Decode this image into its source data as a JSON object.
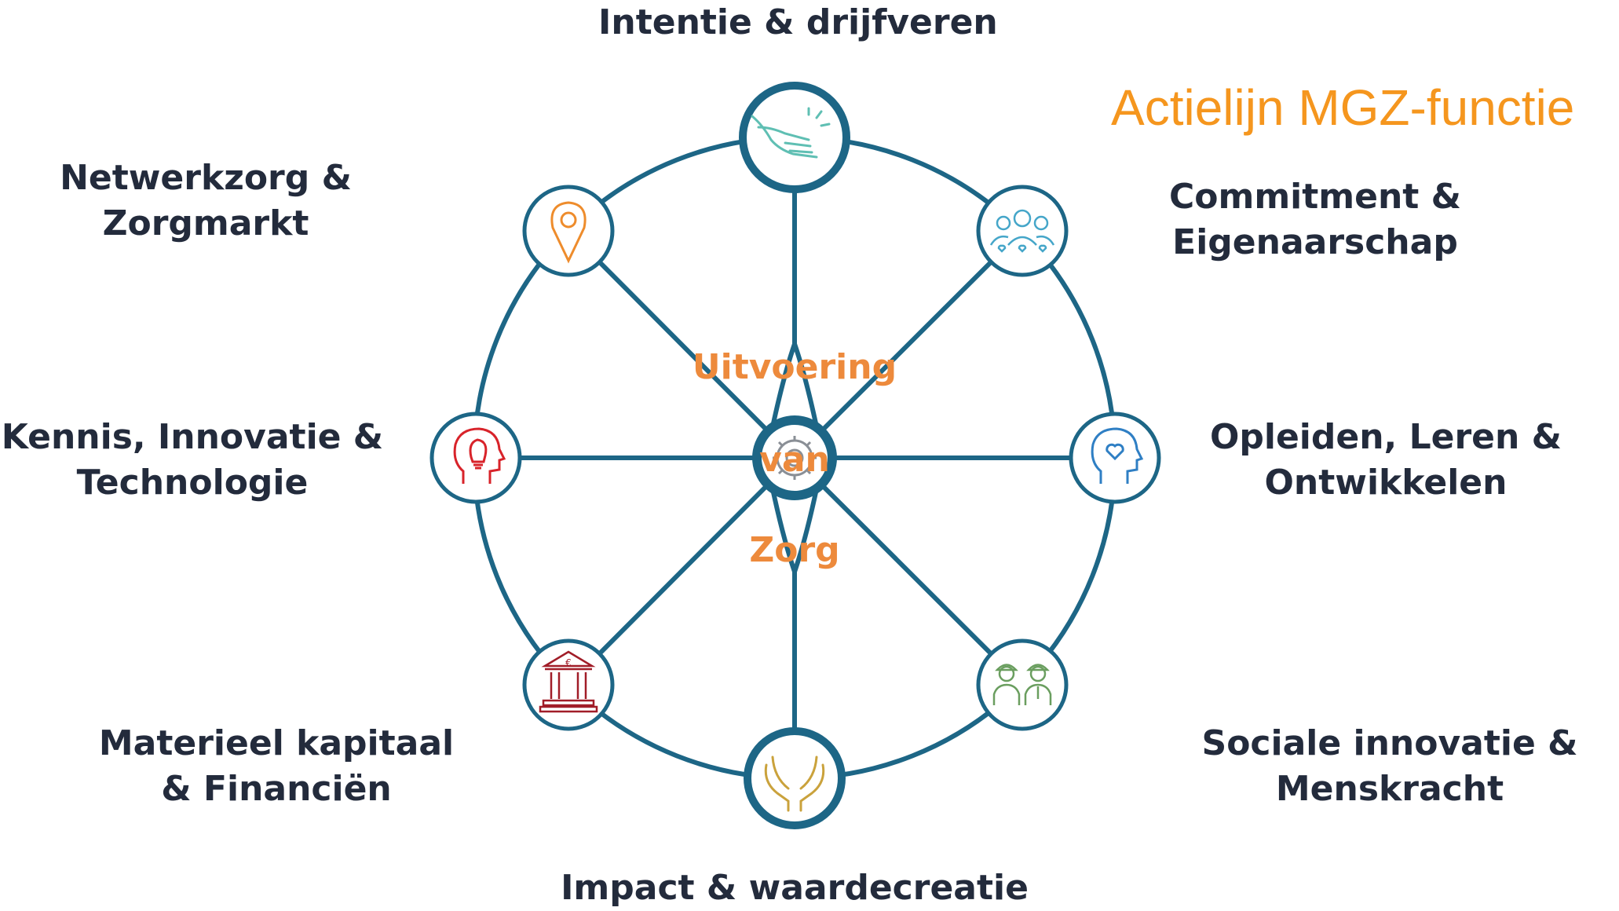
{
  "title": "Actielijn MGZ-functie",
  "hub": {
    "words": [
      "Uitvoering",
      "van",
      "Zorg"
    ],
    "icon": "gear-icon"
  },
  "colors": {
    "wheel": "#1d6686",
    "title": "#f5961e",
    "hub_text": "#ed8a3c",
    "label": "#232b3c"
  },
  "nodes": [
    {
      "id": "intentie",
      "lines": [
        "Intentie & drijfveren"
      ],
      "icon": "reaching-hand-icon",
      "icon_color": "#5fbfb3"
    },
    {
      "id": "commitment",
      "lines": [
        "Commitment &",
        "Eigenaarschap"
      ],
      "icon": "people-hearts-icon",
      "icon_color": "#45a6c9"
    },
    {
      "id": "opleiden",
      "lines": [
        "Opleiden, Leren &",
        "Ontwikkelen"
      ],
      "icon": "head-heart-icon",
      "icon_color": "#2f7fc4"
    },
    {
      "id": "sociale",
      "lines": [
        "Sociale innovatie &",
        "Menskracht"
      ],
      "icon": "workers-icon",
      "icon_color": "#6a9e5f"
    },
    {
      "id": "impact",
      "lines": [
        "Impact & waardecreatie"
      ],
      "icon": "caring-hands-icon",
      "icon_color": "#caa23c"
    },
    {
      "id": "materieel",
      "lines": [
        "Materieel kapitaal",
        "& Financiën"
      ],
      "icon": "bank-euro-icon",
      "icon_color": "#a11d28"
    },
    {
      "id": "kennis",
      "lines": [
        "Kennis, Innovatie &",
        "Technologie"
      ],
      "icon": "head-lightbulb-icon",
      "icon_color": "#d8232a"
    },
    {
      "id": "netwerk",
      "lines": [
        "Netwerkzorg &",
        "Zorgmarkt"
      ],
      "icon": "location-pin-icon",
      "icon_color": "#ee8c2c"
    }
  ]
}
